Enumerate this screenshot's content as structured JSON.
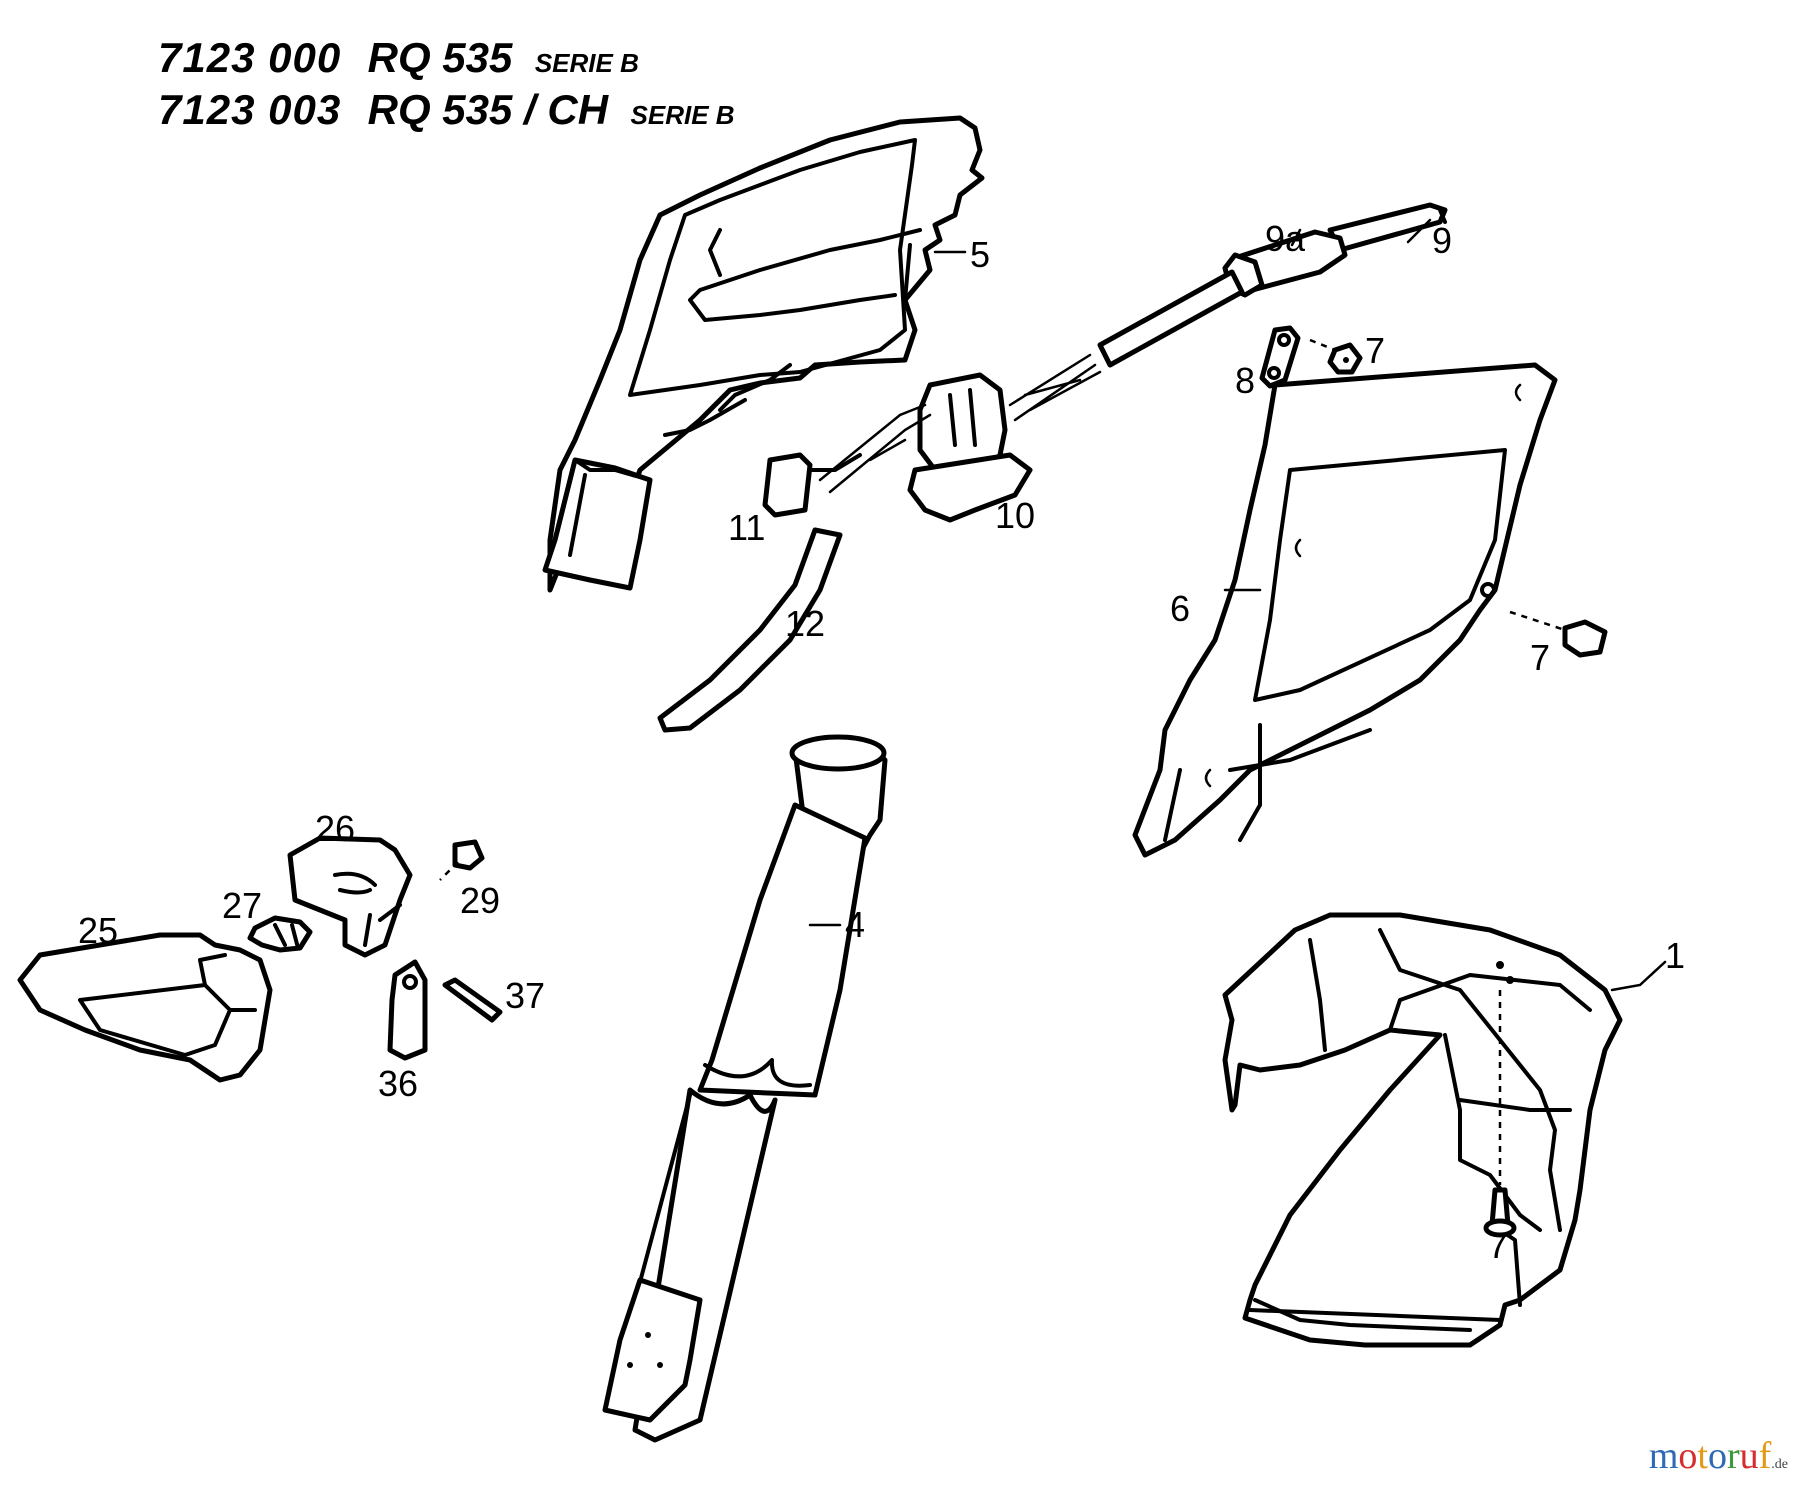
{
  "header": {
    "line1": {
      "code": "7123 000",
      "model": "RQ 535",
      "serie": "SERIE B"
    },
    "line2": {
      "code": "7123 003",
      "model": "RQ 535 / CH",
      "serie": "SERIE B"
    }
  },
  "callouts": {
    "p1": "1",
    "p4": "4",
    "p5": "5",
    "p6": "6",
    "p7a": "7",
    "p7b": "7",
    "p7c": "7",
    "p8": "8",
    "p9": "9",
    "p9a": "9a",
    "p10": "10",
    "p11": "11",
    "p12": "12",
    "p25": "25",
    "p26": "26",
    "p27": "27",
    "p29": "29",
    "p36": "36",
    "p37": "37"
  },
  "watermark": {
    "letters": [
      "m",
      "o",
      "t",
      "o",
      "r",
      "u",
      "f"
    ],
    "letter_colors": [
      "#2e6ab5",
      "#d62d2d",
      "#e39a1b",
      "#2e6ab5",
      "#3b9a3b",
      "#d62d2d",
      "#e39a1b"
    ],
    "suffix": ".de"
  },
  "colors": {
    "line": "#000000",
    "background": "#ffffff"
  }
}
